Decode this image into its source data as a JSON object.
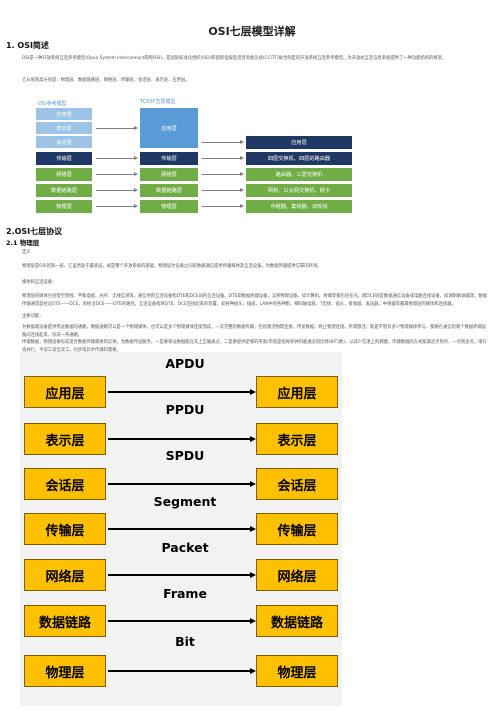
{
  "doc": {
    "title": "OSI七层模型详解",
    "s1_heading": "1. OSI简述",
    "s1_p1": "OSI是一种开放系统互连参考模型(Open System Interconnect简称OSI)，是国际标准化组织(ISO)和国际电报电话咨询委员会(CCITT)联合制定的开放系统互连参考模型。为开放式互连信息系统提供了一种功能结构的框架。",
    "s1_p2": "它从低到高分别是：物理层、数据链路层、网络层、传输层、会话层、表示层、应用层。",
    "s2_heading": "2.OSI七层协议",
    "s21_heading": "2.1 物理层",
    "def_label": "定义",
    "def_text": "物理层是OSI的第一层，它虽然处于最底层，却是整个开放系统的基础。物理层为设备之间的数据通信提供传输媒体及互连设备，为数据传输提供可靠的环境。",
    "media_label": "媒体和互连设备：",
    "media_text": "物理层的媒体包括架空明线、平衡电缆、光纤、无线信道等。通信用的互连设备指DTE和DCE间的互连设备。DTE即数据终端设备，又称物理设备，如计算机、终端等都包括在内。而DCE则是数据通信设备或电路连接设备，如调制解调器等。数据传输通常是经过DTE——DCE，再经过DCE——DTE的路径。互连设备指将DTE、DCE连接起来的装置，如各种插头、插座。LAN中的各种粗、细同轴电缆、T型接、插头，接收器，发送器，中继器等都属物理层的媒体和连接器。",
    "func_label": "主要功能：",
    "func_text": "为数据端设备提供传送数据的通路，数据通路可以是一个物理媒体，也可以是多个物理媒体连接而成。一次完整的数据传输，包括激活物理连接，传送数据，终止物理连接。所谓激活，就是不管有多少物理媒体参与，都要在通信的两个数据终端设备间连接起来，形成一条通路。",
    "func_text2": "传输数据，物理层要形成适合数据传输需要的实体，为数据传送服务。一是要保证数据能在其上正确通过，二是要提供足够的带宽(带宽是指每秒钟内能通过的比特(BIT)数)，以减少信道上的拥塞。传输数据的方式能满足点到点、一点到多点，串行或并行，半双工或全双工，同步或异步传输的需要。"
  },
  "diagram1": {
    "osi_label": "OSI参考模型",
    "tcpip_label": "TCP/IP五层模型",
    "osi_layers": [
      "应用层",
      "表示层",
      "会话层",
      "传输层",
      "网络层",
      "数据链路层",
      "物理层"
    ],
    "tcpip_app": "应用层",
    "tcpip_layers": [
      "传输层",
      "网络层",
      "数据链路层",
      "物理层"
    ],
    "devices": [
      "应用层",
      "四层交换机、四层的路由器",
      "路由器、三层交换机",
      "网桥、以太网交换机、网卡",
      "中继器、集线器、双绞线"
    ],
    "colors": {
      "light": "#9dc3e6",
      "mid": "#5b9bd5",
      "navy": "#1f3864",
      "green": "#70ad47"
    }
  },
  "diagram2": {
    "layers": [
      "应用层",
      "表示层",
      "会话层",
      "传输层",
      "网络层",
      "数据链路",
      "物理层"
    ],
    "pdus": [
      "APDU",
      "PPDU",
      "SPDU",
      "Segment",
      "Packet",
      "Frame",
      "Bit"
    ],
    "colors": {
      "box": "#ffc000",
      "background": "#f2f2f2"
    }
  }
}
